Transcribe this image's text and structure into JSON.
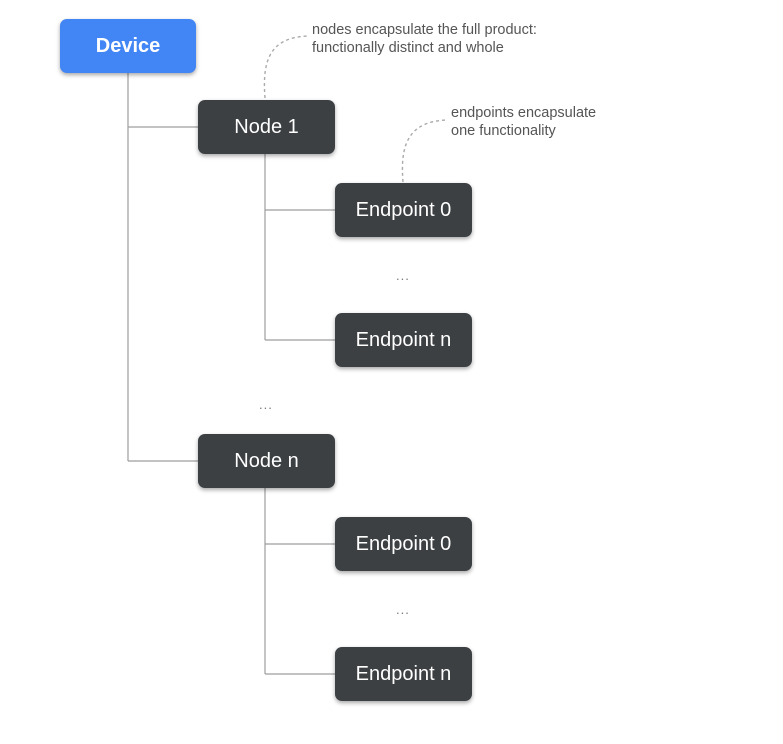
{
  "colors": {
    "device_fill": "#4285F4",
    "box_fill": "#3C4043",
    "connector": "#9E9E9E",
    "note_text": "#555555"
  },
  "device": {
    "label": "Device"
  },
  "nodes": [
    {
      "label": "Node 1",
      "endpoints": [
        {
          "label": "Endpoint 0"
        },
        {
          "label": "Endpoint n"
        }
      ],
      "endpoint_ellipsis": "..."
    },
    {
      "label": "Node n",
      "endpoints": [
        {
          "label": "Endpoint 0"
        },
        {
          "label": "Endpoint n"
        }
      ],
      "endpoint_ellipsis": "..."
    }
  ],
  "node_ellipsis": "...",
  "annotations": {
    "nodes_note": {
      "line1": "nodes encapsulate the full product:",
      "line2": "functionally distinct and whole"
    },
    "endpoints_note": {
      "line1": "endpoints encapsulate",
      "line2": "one functionality"
    }
  }
}
